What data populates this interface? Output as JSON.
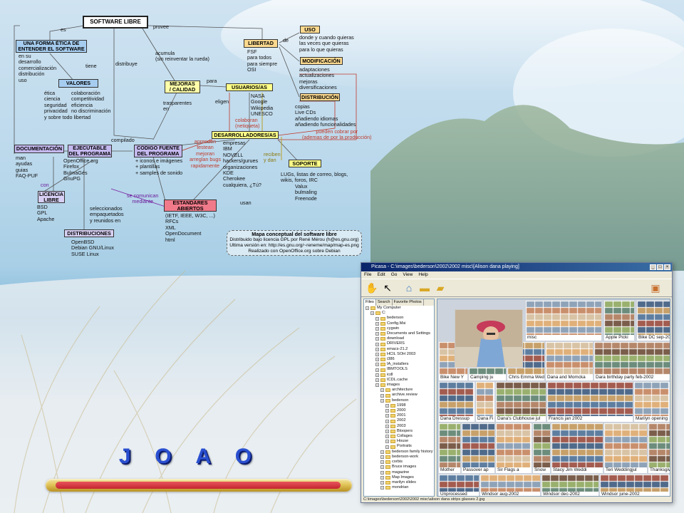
{
  "concept_map": {
    "boxes": {
      "software_libre": "SOFTWARE LIBRE",
      "forma_etica": "UNA FORMA ÉTICA DE\nENTENDER EL SOFTWARE",
      "valores": "VALORES",
      "libertad": "LIBERTAD",
      "uso": "USO",
      "modificacion": "MODIFICACIÓN",
      "distribucion": "DISTRIBUCIÓN",
      "mejoras": "MEJORAS\n/ CALIDAD",
      "usuarios": "USUARIOS/AS",
      "desarrolladores": "DESARROLLADORES/AS",
      "documentacion": "DOCUMENTACIÓN",
      "ejecutable": "EJECUTABLE\nDEL PROGRAMA",
      "codigo_fuente": "CODIGO FUENTE\nDEL PROGRAMA",
      "soporte": "SOPORTE",
      "licencia": "LICENCIA\nLIBRE",
      "estandares": "ESTANDARES\nABIERTOS",
      "distribuciones": "DISTRIBUCIONES"
    },
    "links": {
      "es": "es",
      "provee": "provee",
      "de": "de",
      "tiene": "tiene",
      "distribuye": "distribuye",
      "acumula": "acumula\n(sin reinventar la rueda)",
      "para": "para",
      "transparentes": "trasparentes\nen",
      "eligen": "eligen",
      "colaboran": "colaboran\n(netiqueta)",
      "compilado": "compilado",
      "aprenden": "aprenden\ntestean\nmejoran\narreglan bugs\nrapidamente",
      "reciben": "reciben\ny dan",
      "pueden_cobrar": "pueden cobrar por\n(ademas de por la producción)",
      "con": "con",
      "se_comunican": "se comunican\nmediante",
      "usan": "usan",
      "seleccionados": "seleccionados\nempaquetados\ny reunidos en"
    },
    "notes": {
      "forma_etica": "en su\ndesarrollo\ncomercialización\ndistribución\nuso",
      "valores_a": "ética\nciencia\nseguridad\nprivacidad\ny sobre todo libertad",
      "valores_b": "colaboración\ncompetitividad\neficiencia\nno discriminación",
      "libertad": "FSF\npara todos\npara siempre\nOSI",
      "uso": "donde y cuando quieras\nlas veces que quieras\npara lo que quieras",
      "modificacion": "adaptaciones\nactualizaciones\nmejoras\ndiversificaciones",
      "distribucion": "copias\nLive CDs\nañadiendo idiomas\nañadiendo funcionalidades",
      "usuarios": "NASA\nGoogle\nWikipedia\nUNESCO",
      "desarrolladores": "empresas\nIBM\nNOVELL\nhackers/gurues\norganizaciones\nKDE\nCherokee\ncualquiera, ¿Tú?",
      "documentacion": "man\nayudas\nguias\nFAQ-PUF",
      "ejecutable": "OpenOffice.org\nFirefox\nBulmaGés\nGnuPG",
      "codigo_fuente": "+ iconos e imágenes\n+ plantillas\n+ samples de sonido",
      "soporte": "LUGs, listas de correo, blogs,\nwikis, foros, IRC\n          Valux\n          bulmaling\n          Freenode",
      "licencia": "BSD\nGPL\nApache",
      "estandares": "(IETF, IEEE, W3C, ...)\nRFCs\nXML\nOpenDocument\nhtml",
      "distribuciones": "OpenBSD\nDebian GNU/Linux\nSUSE Linux"
    },
    "caption": {
      "title": "Mapa conceptual del software libre",
      "line1": "Distribuido bajo licencia GPL por René Mérou (h@es.gnu.org)",
      "line2": "Ultima versión en: http://es.gnu.org/~reneme/map/map-es.png",
      "line3": "Realizado con OpenOffice.org sobre Debian"
    }
  },
  "picasa_window": {
    "title": "Picasa - C:\\images\\bederson\\2002\\2002 misc\\[Alison dana playing]",
    "menu": [
      "File",
      "Edit",
      "Go",
      "View",
      "Help"
    ],
    "tabs": [
      "Files",
      "Search",
      "Favorite Photos"
    ],
    "tree": [
      {
        "label": "My Computer",
        "depth": 0
      },
      {
        "label": "C:",
        "depth": 1
      },
      {
        "label": "bederson",
        "depth": 2
      },
      {
        "label": "Config.Msi",
        "depth": 2
      },
      {
        "label": "cygwin",
        "depth": 2
      },
      {
        "label": "Documents and Settings",
        "depth": 2
      },
      {
        "label": "download",
        "depth": 2
      },
      {
        "label": "DRIVERS",
        "depth": 2
      },
      {
        "label": "emacs-21.2",
        "depth": 2
      },
      {
        "label": "HCIL SOH 2003",
        "depth": 2
      },
      {
        "label": "i386",
        "depth": 2
      },
      {
        "label": "IA_installers",
        "depth": 2
      },
      {
        "label": "IBMTOOLS",
        "depth": 2
      },
      {
        "label": "icdl",
        "depth": 2
      },
      {
        "label": "ICDL.cache",
        "depth": 2
      },
      {
        "label": "images",
        "depth": 2
      },
      {
        "label": "architecture",
        "depth": 3
      },
      {
        "label": "archive.review",
        "depth": 3
      },
      {
        "label": "bederson",
        "depth": 3
      },
      {
        "label": "1998",
        "depth": 4
      },
      {
        "label": "2000",
        "depth": 4
      },
      {
        "label": "2001",
        "depth": 4
      },
      {
        "label": "2002",
        "depth": 4
      },
      {
        "label": "2003",
        "depth": 4
      },
      {
        "label": "Bloopers",
        "depth": 4
      },
      {
        "label": "Collages",
        "depth": 4
      },
      {
        "label": "House",
        "depth": 4
      },
      {
        "label": "Portraits",
        "depth": 4
      },
      {
        "label": "bederson family history",
        "depth": 3
      },
      {
        "label": "bederson-work",
        "depth": 3
      },
      {
        "label": "corbis",
        "depth": 3
      },
      {
        "label": "Bruce images",
        "depth": 3
      },
      {
        "label": "magazine",
        "depth": 3
      },
      {
        "label": "Map Images",
        "depth": 3
      },
      {
        "label": "marilyn slides",
        "depth": 3
      },
      {
        "label": "mondrian",
        "depth": 3
      }
    ],
    "albums": [
      {
        "label": "misc"
      },
      {
        "label": "Apple Picki"
      },
      {
        "label": "Bike DC sep-20"
      },
      {
        "label": "Bike New Y"
      },
      {
        "label": "Camping ju"
      },
      {
        "label": "Chris Emma Wed"
      },
      {
        "label": "Dana and Momcka"
      },
      {
        "label": "Dara birthday party feb-2002"
      },
      {
        "label": "Dana Dressup"
      },
      {
        "label": "Dana Fi"
      },
      {
        "label": "Dana's Clubhouse jul"
      },
      {
        "label": "Francis jan 2002"
      },
      {
        "label": "Marilyn opening"
      },
      {
        "label": "Mother"
      },
      {
        "label": "Passover ap"
      },
      {
        "label": "Sir Flags a"
      },
      {
        "label": "Snow"
      },
      {
        "label": "Stacy Jim Weddi"
      },
      {
        "label": "Teri Weddingjul"
      },
      {
        "label": "Thanksgivin"
      },
      {
        "label": "Unprocessed"
      },
      {
        "label": "Windsor aug-2002"
      },
      {
        "label": "Windsor dec-2002"
      },
      {
        "label": "Windsor june-2002"
      }
    ],
    "status": "C:\\images\\bederson\\2002\\2002 misc\\alison dana strips glasses 2.jpg"
  },
  "footer_title": [
    "J",
    "O",
    "A",
    "O"
  ]
}
